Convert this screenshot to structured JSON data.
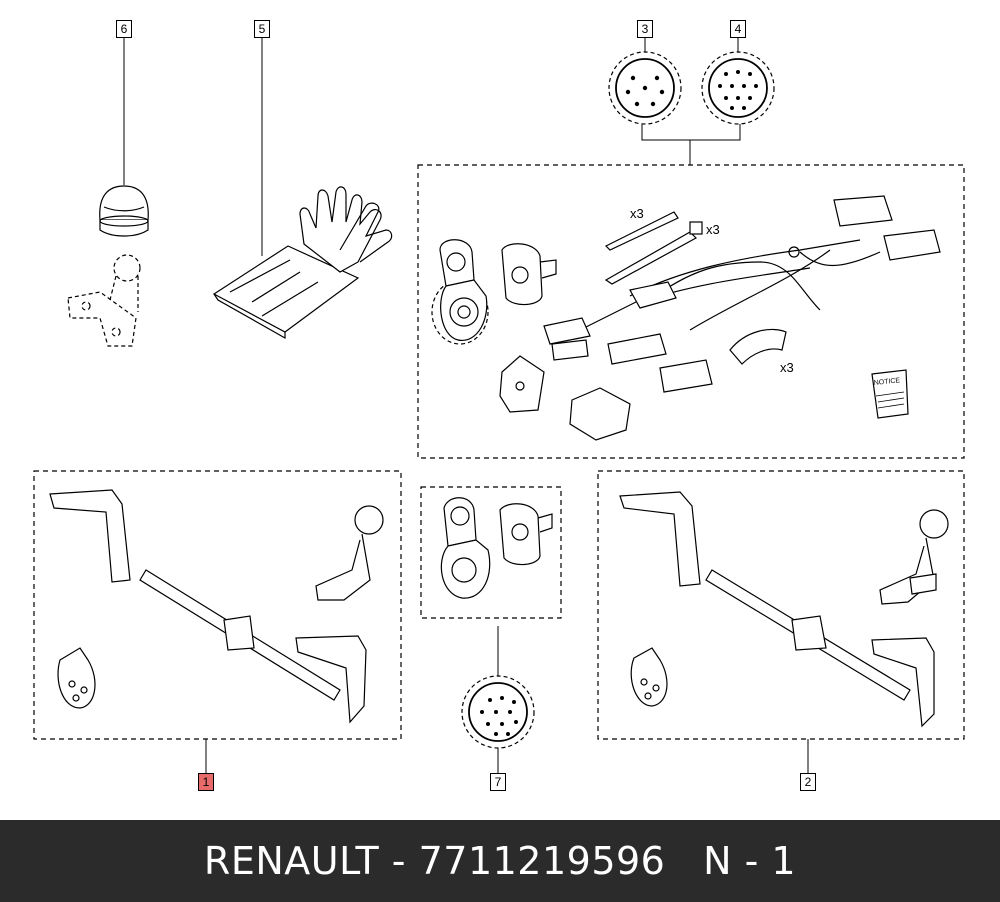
{
  "parts": [
    {
      "label": "1",
      "highlighted": true
    },
    {
      "label": "2",
      "highlighted": false
    },
    {
      "label": "3",
      "highlighted": false
    },
    {
      "label": "4",
      "highlighted": false
    },
    {
      "label": "5",
      "highlighted": false
    },
    {
      "label": "6",
      "highlighted": false
    },
    {
      "label": "7",
      "highlighted": false
    }
  ],
  "kit_annotations": {
    "cable_tie_qty": "x3",
    "clip_qty": "x3",
    "clamp_qty": "x3",
    "notice_label": "NOTICE"
  },
  "footer": {
    "text": "RENAULT - 7711219596   N - 1"
  },
  "colors": {
    "highlight": "#e86b6b",
    "footer_bg": "#2b2b2b",
    "footer_text": "#ffffff"
  }
}
